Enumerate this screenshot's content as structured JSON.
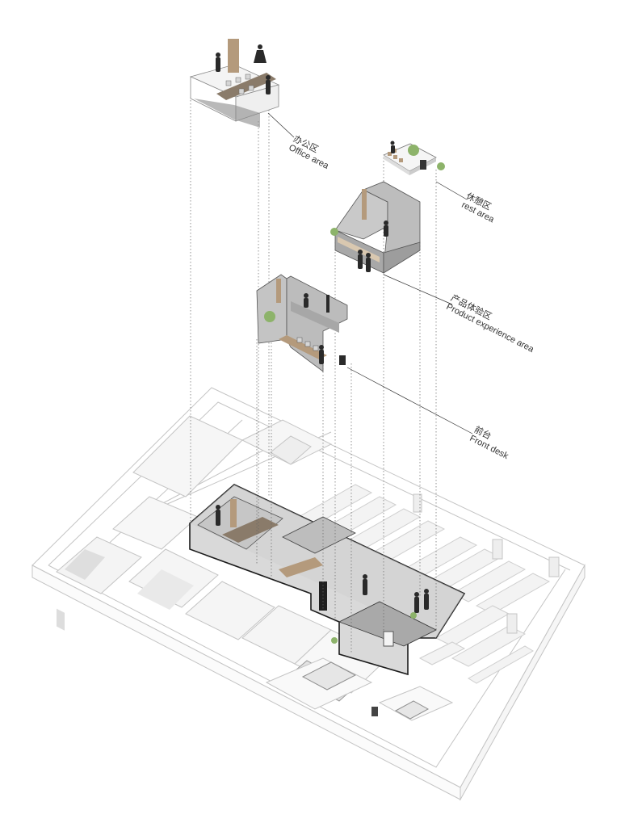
{
  "labels": {
    "office": {
      "zh": "办公区",
      "en": "Office area"
    },
    "rest": {
      "zh": "休憩区",
      "en": "rest area"
    },
    "product": {
      "zh": "产品体验区",
      "en": "Product experience area"
    },
    "front": {
      "zh": "前台",
      "en": "Front desk"
    }
  },
  "colors": {
    "line": "#bfbfbf",
    "dark_line": "#222222",
    "shade": "#b8b8b8",
    "wood": "#b49a7c",
    "plant": "#8db36a",
    "figure": "#2a2a2a"
  }
}
